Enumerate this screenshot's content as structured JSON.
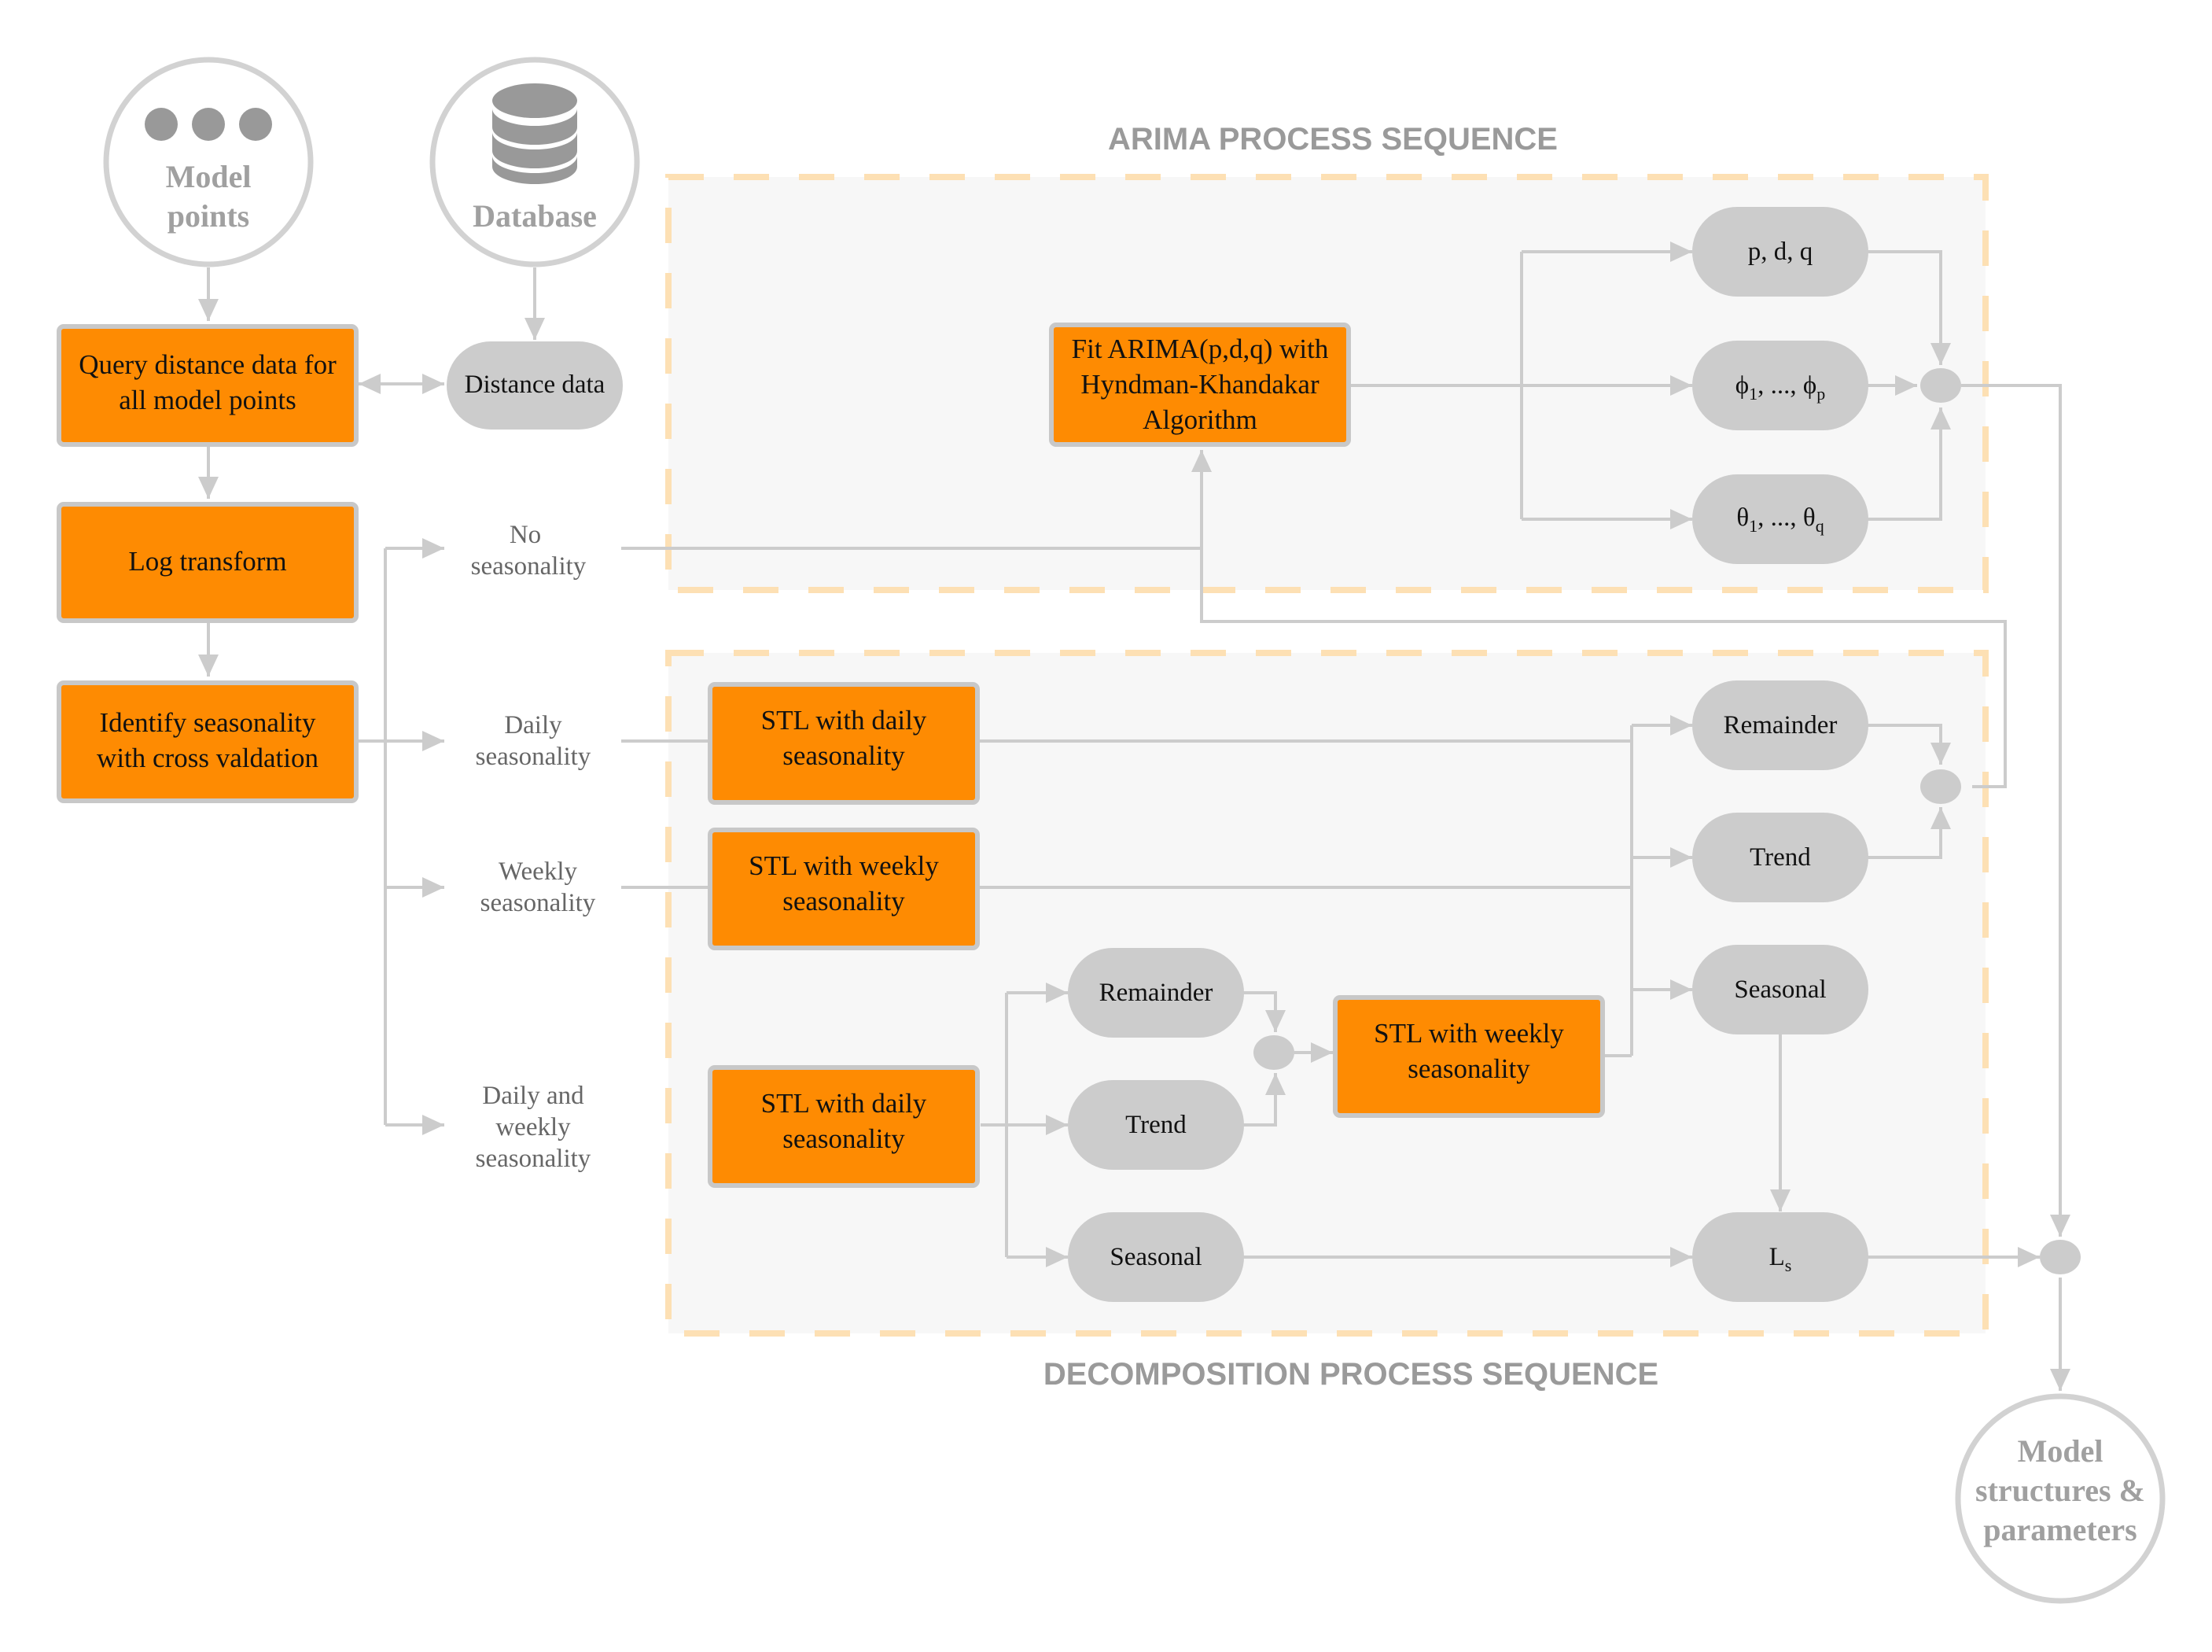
{
  "colors": {
    "process": "#fe8b02",
    "pill": "#cccccc",
    "arrow": "#cccccc",
    "section_bg": "#f7f7f7",
    "section_border": "#fde0b4"
  },
  "sections": {
    "arima_title": "ARIMA PROCESS SEQUENCE",
    "decomposition_title": "DECOMPOSITION PROCESS SEQUENCE"
  },
  "nodes": {
    "model_points": {
      "line1": "Model",
      "line2": "points",
      "icon": "more-dots-icon"
    },
    "database": {
      "label": "Database",
      "icon": "database-icon"
    },
    "query": {
      "line1": "Query distance data for",
      "line2": "all model points"
    },
    "distance_data": "Distance data",
    "log_transform": "Log transform",
    "identify": {
      "line1": "Identify seasonality",
      "line2": "with cross valdation"
    },
    "no_seasonality": {
      "line1": "No",
      "line2": "seasonality"
    },
    "daily_seasonality": {
      "line1": "Daily",
      "line2": "seasonality"
    },
    "weekly_seasonality": {
      "line1": "Weekly",
      "line2": "seasonality"
    },
    "daily_weekly": {
      "line1": "Daily and",
      "line2": "weekly",
      "line3": "seasonality"
    },
    "fit_arima": {
      "line1": "Fit ARIMA(p,d,q) with",
      "line2": "Hyndman-Khandakar",
      "line3": "Algorithm"
    },
    "pdq": "p, d, q",
    "phi": {
      "sym": "ϕ",
      "sub1": "1",
      "mid": ", ..., ϕ",
      "subp": "p"
    },
    "theta": {
      "sym": "θ",
      "sub1": "1",
      "mid": ", ..., θ",
      "subq": "q"
    },
    "stl_daily_1": {
      "line1": "STL with daily",
      "line2": "seasonality"
    },
    "stl_weekly_1": {
      "line1": "STL with weekly",
      "line2": "seasonality"
    },
    "stl_daily_2": {
      "line1": "STL with daily",
      "line2": "seasonality"
    },
    "stl_weekly_2": {
      "line1": "STL with weekly",
      "line2": "seasonality"
    },
    "remainder_right": "Remainder",
    "trend_right": "Trend",
    "seasonal_right": "Seasonal",
    "remainder_mid": "Remainder",
    "trend_mid": "Trend",
    "seasonal_mid": "Seasonal",
    "ls": {
      "main": "L",
      "sub": "s"
    },
    "output": {
      "line1": "Model",
      "line2": "structures &",
      "line3": "parameters"
    }
  }
}
